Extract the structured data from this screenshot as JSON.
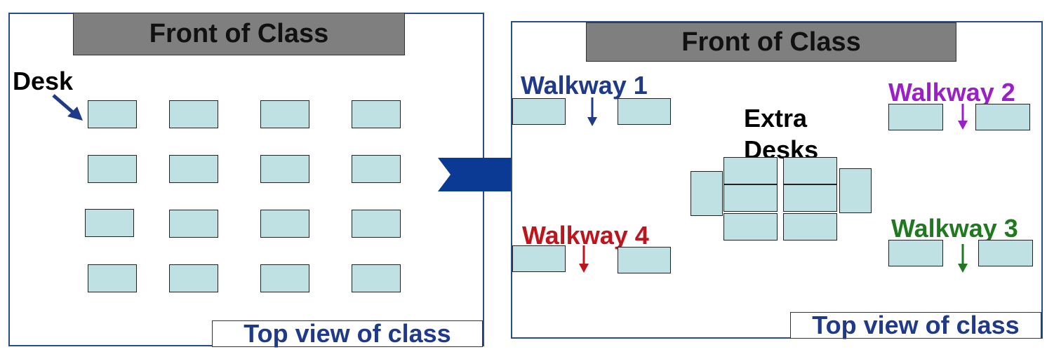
{
  "colors": {
    "panel_border": "#2b4c8c",
    "front_bar": "#7f7f7f",
    "desk_fill": "#bfe1e3",
    "footer_text": "#1f3a8a",
    "big_arrow": "#0b3a94",
    "walkway_1": "#1f3a8a",
    "walkway_2": "#9b1fc8",
    "walkway_3": "#1f7a1f",
    "walkway_4": "#c0141c"
  },
  "left_panel": {
    "front_label": "Front of Class",
    "desk_label": "Desk",
    "footer_label": "Top view of class"
  },
  "right_panel": {
    "front_label": "Front of Class",
    "extra_desks_label": "Extra\nDesks",
    "footer_label": "Top view of class",
    "walkways": {
      "w1": "Walkway 1",
      "w2": "Walkway 2",
      "w3": "Walkway 3",
      "w4": "Walkway 4"
    }
  },
  "transition_arrow": {
    "icon": "right-arrow-icon"
  }
}
